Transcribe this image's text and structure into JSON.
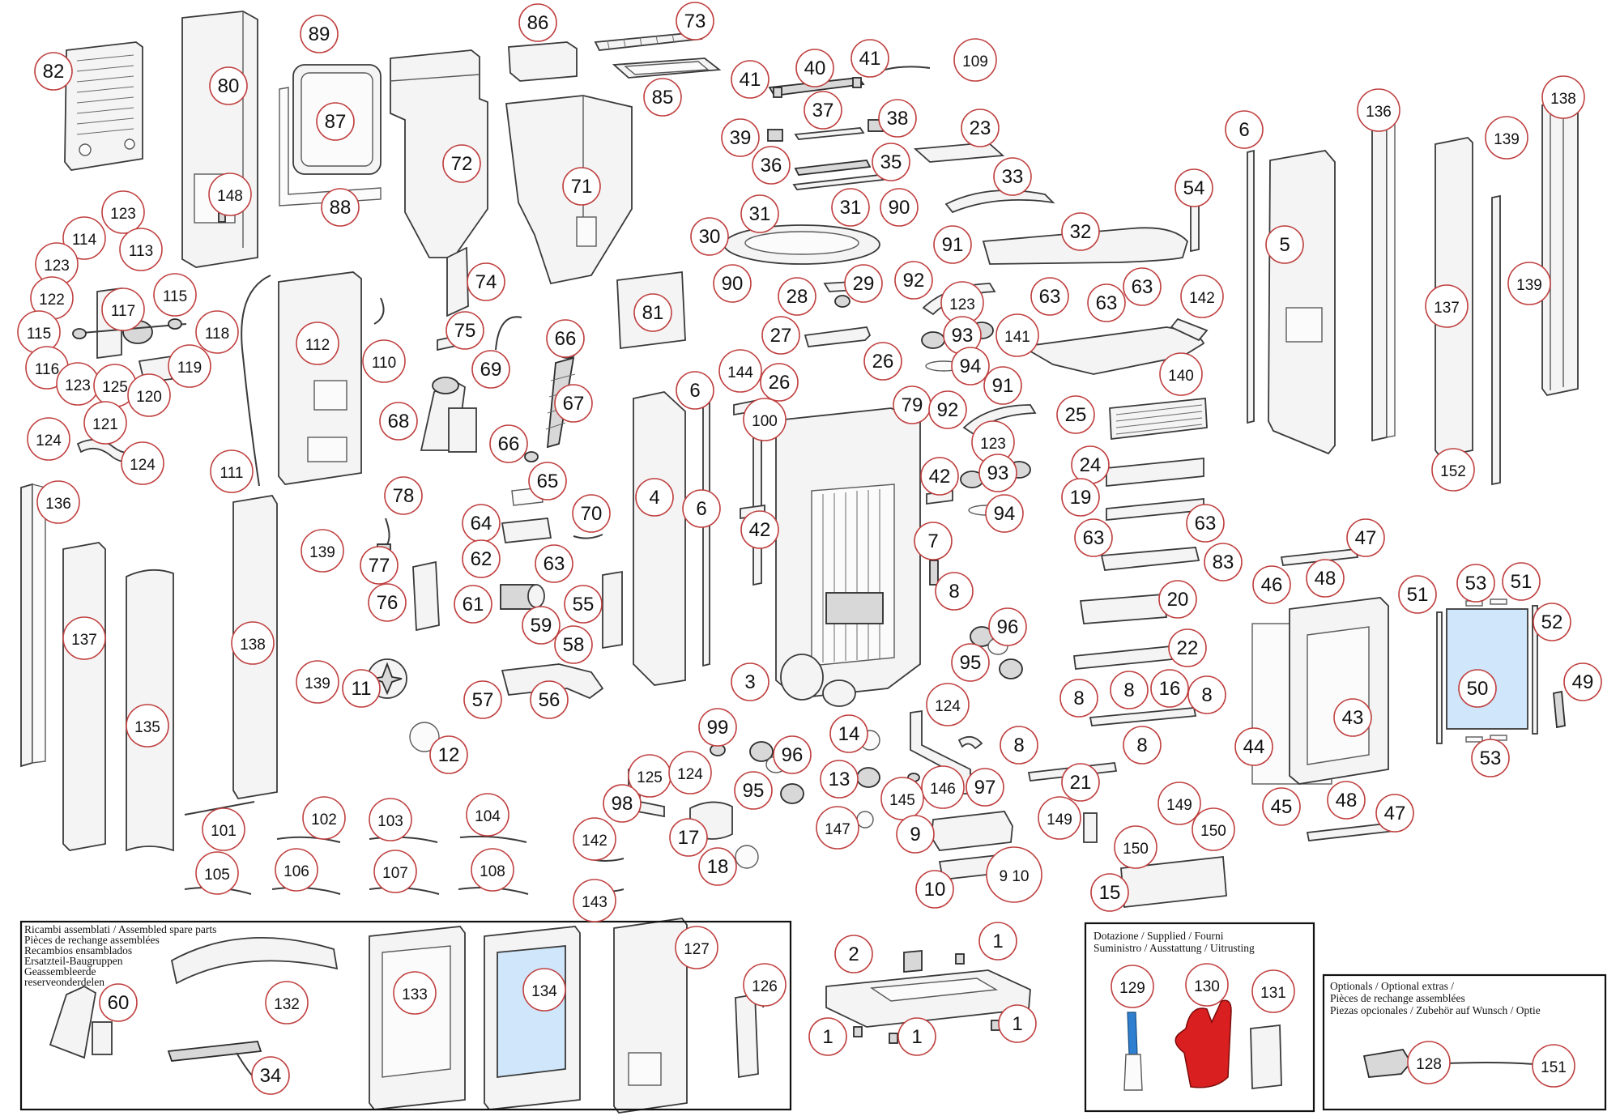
{
  "labels": [
    {
      "id": "82",
      "n": "82"
    },
    {
      "id": "80",
      "n": "80"
    },
    {
      "id": "89",
      "n": "89"
    },
    {
      "id": "87",
      "n": "87"
    },
    {
      "id": "88",
      "n": "88"
    },
    {
      "id": "148",
      "n": "148"
    },
    {
      "id": "72",
      "n": "72"
    },
    {
      "id": "86",
      "n": "86"
    },
    {
      "id": "73",
      "n": "73"
    },
    {
      "id": "85",
      "n": "85"
    },
    {
      "id": "71",
      "n": "71"
    },
    {
      "id": "41a",
      "n": "41"
    },
    {
      "id": "40",
      "n": "40"
    },
    {
      "id": "41b",
      "n": "41"
    },
    {
      "id": "109",
      "n": "109"
    },
    {
      "id": "37",
      "n": "37"
    },
    {
      "id": "39",
      "n": "39"
    },
    {
      "id": "38",
      "n": "38"
    },
    {
      "id": "23",
      "n": "23"
    },
    {
      "id": "36",
      "n": "36"
    },
    {
      "id": "35",
      "n": "35"
    },
    {
      "id": "33",
      "n": "33"
    },
    {
      "id": "31a",
      "n": "31"
    },
    {
      "id": "31b",
      "n": "31"
    },
    {
      "id": "90a",
      "n": "90"
    },
    {
      "id": "32",
      "n": "32"
    },
    {
      "id": "30",
      "n": "30"
    },
    {
      "id": "90b",
      "n": "90"
    },
    {
      "id": "28",
      "n": "28"
    },
    {
      "id": "29",
      "n": "29"
    },
    {
      "id": "91a",
      "n": "91"
    },
    {
      "id": "92a",
      "n": "92"
    },
    {
      "id": "123a",
      "n": "123"
    },
    {
      "id": "63a",
      "n": "63"
    },
    {
      "id": "63b",
      "n": "63"
    },
    {
      "id": "63c",
      "n": "63"
    },
    {
      "id": "142a",
      "n": "142"
    },
    {
      "id": "27",
      "n": "27"
    },
    {
      "id": "93a",
      "n": "93"
    },
    {
      "id": "141",
      "n": "141"
    },
    {
      "id": "94a",
      "n": "94"
    },
    {
      "id": "140",
      "n": "140"
    },
    {
      "id": "26a",
      "n": "26"
    },
    {
      "id": "26b",
      "n": "26"
    },
    {
      "id": "144",
      "n": "144"
    },
    {
      "id": "6a",
      "n": "6"
    },
    {
      "id": "79",
      "n": "79"
    },
    {
      "id": "91b",
      "n": "91"
    },
    {
      "id": "92b",
      "n": "92"
    },
    {
      "id": "100",
      "n": "100"
    },
    {
      "id": "123b",
      "n": "123"
    },
    {
      "id": "25",
      "n": "25"
    },
    {
      "id": "24",
      "n": "24"
    },
    {
      "id": "93b",
      "n": "93"
    },
    {
      "id": "19",
      "n": "19"
    },
    {
      "id": "94b",
      "n": "94"
    },
    {
      "id": "42a",
      "n": "42"
    },
    {
      "id": "63d",
      "n": "63"
    },
    {
      "id": "63e",
      "n": "63"
    },
    {
      "id": "83",
      "n": "83"
    },
    {
      "id": "42b",
      "n": "42"
    },
    {
      "id": "7",
      "n": "7"
    },
    {
      "id": "8a",
      "n": "8"
    },
    {
      "id": "20",
      "n": "20"
    },
    {
      "id": "96a",
      "n": "96"
    },
    {
      "id": "95a",
      "n": "95"
    },
    {
      "id": "22",
      "n": "22"
    },
    {
      "id": "3",
      "n": "3"
    },
    {
      "id": "8b",
      "n": "8"
    },
    {
      "id": "8c",
      "n": "8"
    },
    {
      "id": "16",
      "n": "16"
    },
    {
      "id": "8d",
      "n": "8"
    },
    {
      "id": "124a",
      "n": "124"
    },
    {
      "id": "8e",
      "n": "8"
    },
    {
      "id": "8f",
      "n": "8"
    },
    {
      "id": "21",
      "n": "21"
    },
    {
      "id": "14",
      "n": "14"
    },
    {
      "id": "97",
      "n": "97"
    },
    {
      "id": "146",
      "n": "146"
    },
    {
      "id": "13",
      "n": "13"
    },
    {
      "id": "145",
      "n": "145"
    },
    {
      "id": "149a",
      "n": "149"
    },
    {
      "id": "149b",
      "n": "149"
    },
    {
      "id": "150a",
      "n": "150"
    },
    {
      "id": "150b",
      "n": "150"
    },
    {
      "id": "147",
      "n": "147"
    },
    {
      "id": "9",
      "n": "9"
    },
    {
      "id": "910",
      "n": "9 10"
    },
    {
      "id": "10",
      "n": "10"
    },
    {
      "id": "15",
      "n": "15"
    },
    {
      "id": "6b",
      "n": "6"
    },
    {
      "id": "5",
      "n": "5"
    },
    {
      "id": "54",
      "n": "54"
    },
    {
      "id": "136a",
      "n": "136"
    },
    {
      "id": "137a",
      "n": "137"
    },
    {
      "id": "138a",
      "n": "138"
    },
    {
      "id": "139a",
      "n": "139"
    },
    {
      "id": "139b",
      "n": "139"
    },
    {
      "id": "152",
      "n": "152"
    },
    {
      "id": "47a",
      "n": "47"
    },
    {
      "id": "46",
      "n": "46"
    },
    {
      "id": "48a",
      "n": "48"
    },
    {
      "id": "51a",
      "n": "51"
    },
    {
      "id": "53a",
      "n": "53"
    },
    {
      "id": "51b",
      "n": "51"
    },
    {
      "id": "52",
      "n": "52"
    },
    {
      "id": "50",
      "n": "50"
    },
    {
      "id": "49",
      "n": "49"
    },
    {
      "id": "43",
      "n": "43"
    },
    {
      "id": "44",
      "n": "44"
    },
    {
      "id": "53b",
      "n": "53"
    },
    {
      "id": "45",
      "n": "45"
    },
    {
      "id": "48b",
      "n": "48"
    },
    {
      "id": "47b",
      "n": "47"
    },
    {
      "id": "123c",
      "n": "123"
    },
    {
      "id": "114",
      "n": "114"
    },
    {
      "id": "113",
      "n": "113"
    },
    {
      "id": "123d",
      "n": "123"
    },
    {
      "id": "122",
      "n": "122"
    },
    {
      "id": "117",
      "n": "117"
    },
    {
      "id": "115a",
      "n": "115"
    },
    {
      "id": "115b",
      "n": "115"
    },
    {
      "id": "118",
      "n": "118"
    },
    {
      "id": "116",
      "n": "116"
    },
    {
      "id": "123e",
      "n": "123"
    },
    {
      "id": "125a",
      "n": "125"
    },
    {
      "id": "119",
      "n": "119"
    },
    {
      "id": "120",
      "n": "120"
    },
    {
      "id": "121",
      "n": "121"
    },
    {
      "id": "124b",
      "n": "124"
    },
    {
      "id": "124c",
      "n": "124"
    },
    {
      "id": "112",
      "n": "112"
    },
    {
      "id": "110",
      "n": "110"
    },
    {
      "id": "111",
      "n": "111"
    },
    {
      "id": "74",
      "n": "74"
    },
    {
      "id": "75",
      "n": "75"
    },
    {
      "id": "69",
      "n": "69"
    },
    {
      "id": "66a",
      "n": "66"
    },
    {
      "id": "67",
      "n": "67"
    },
    {
      "id": "68",
      "n": "68"
    },
    {
      "id": "66b",
      "n": "66"
    },
    {
      "id": "81",
      "n": "81"
    },
    {
      "id": "65",
      "n": "65"
    },
    {
      "id": "78",
      "n": "78"
    },
    {
      "id": "70",
      "n": "70"
    },
    {
      "id": "4",
      "n": "4"
    },
    {
      "id": "6c",
      "n": "6"
    },
    {
      "id": "64",
      "n": "64"
    },
    {
      "id": "139c",
      "n": "139"
    },
    {
      "id": "77",
      "n": "77"
    },
    {
      "id": "62",
      "n": "62"
    },
    {
      "id": "63f",
      "n": "63"
    },
    {
      "id": "76",
      "n": "76"
    },
    {
      "id": "61",
      "n": "61"
    },
    {
      "id": "55",
      "n": "55"
    },
    {
      "id": "59",
      "n": "59"
    },
    {
      "id": "58",
      "n": "58"
    },
    {
      "id": "57",
      "n": "57"
    },
    {
      "id": "56",
      "n": "56"
    },
    {
      "id": "136b",
      "n": "136"
    },
    {
      "id": "137b",
      "n": "137"
    },
    {
      "id": "138b",
      "n": "138"
    },
    {
      "id": "135",
      "n": "135"
    },
    {
      "id": "139d",
      "n": "139"
    },
    {
      "id": "11",
      "n": "11"
    },
    {
      "id": "12",
      "n": "12"
    },
    {
      "id": "99",
      "n": "99"
    },
    {
      "id": "125b",
      "n": "125"
    },
    {
      "id": "124d",
      "n": "124"
    },
    {
      "id": "96b",
      "n": "96"
    },
    {
      "id": "98",
      "n": "98"
    },
    {
      "id": "95b",
      "n": "95"
    },
    {
      "id": "17",
      "n": "17"
    },
    {
      "id": "18",
      "n": "18"
    },
    {
      "id": "101",
      "n": "101"
    },
    {
      "id": "102",
      "n": "102"
    },
    {
      "id": "103",
      "n": "103"
    },
    {
      "id": "104",
      "n": "104"
    },
    {
      "id": "105",
      "n": "105"
    },
    {
      "id": "106",
      "n": "106"
    },
    {
      "id": "107",
      "n": "107"
    },
    {
      "id": "108",
      "n": "108"
    },
    {
      "id": "142b",
      "n": "142"
    },
    {
      "id": "143",
      "n": "143"
    },
    {
      "id": "60",
      "n": "60"
    },
    {
      "id": "132",
      "n": "132"
    },
    {
      "id": "34",
      "n": "34"
    },
    {
      "id": "133",
      "n": "133"
    },
    {
      "id": "134",
      "n": "134"
    },
    {
      "id": "127",
      "n": "127"
    },
    {
      "id": "126",
      "n": "126"
    },
    {
      "id": "2",
      "n": "2"
    },
    {
      "id": "1a",
      "n": "1"
    },
    {
      "id": "1b",
      "n": "1"
    },
    {
      "id": "1c",
      "n": "1"
    },
    {
      "id": "1d",
      "n": "1"
    },
    {
      "id": "129",
      "n": "129"
    },
    {
      "id": "130",
      "n": "130"
    },
    {
      "id": "131",
      "n": "131"
    },
    {
      "id": "128",
      "n": "128"
    },
    {
      "id": "151",
      "n": "151"
    }
  ],
  "panels": {
    "assembled": {
      "title_lines": [
        "Ricambi assemblati / Assembled spare parts",
        "Pièces de rechange assemblées",
        "Recambios ensamblados",
        "Ersatzteil-Baugruppen",
        "Geassembleerde",
        "reserveonderdelen"
      ]
    },
    "supplied": {
      "title_lines": [
        "Dotazione / Supplied / Fourni",
        "Suministro / Ausstattung / Uitrusting"
      ]
    },
    "optionals": {
      "title_lines": [
        "Optionals / Optional extras /",
        "Pièces de rechange assemblées",
        "Piezas opcionales / Zubehör auf Wunsch / Optie"
      ]
    }
  },
  "colors": {
    "label_circle_stroke": "#c04040",
    "glass_blue": "#cfe6fb",
    "glove_red": "#d91f1f",
    "scraper_blue": "#2f7fd0"
  }
}
